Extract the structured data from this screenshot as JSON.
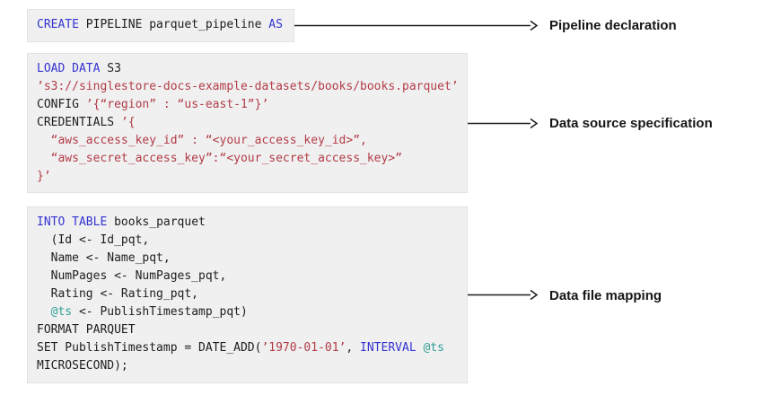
{
  "colors": {
    "keyword": "#3333d1",
    "string": "#b23c46",
    "variable": "#2f9e96",
    "plain": "#1e1e20",
    "box_bg": "#f0f0f1",
    "box_border": "#e2e2e4",
    "arrow": "#1b1b1b",
    "label": "#161616"
  },
  "blocks": [
    {
      "name": "pipeline-declaration",
      "annotation": "Pipeline declaration",
      "lines": [
        [
          {
            "text": "CREATE",
            "color": "keyword"
          },
          {
            "text": " PIPELINE parquet_pipeline ",
            "color": "plain"
          },
          {
            "text": "AS",
            "color": "keyword"
          }
        ]
      ]
    },
    {
      "name": "data-source-specification",
      "annotation": "Data source specification",
      "lines": [
        [
          {
            "text": "LOAD DATA",
            "color": "keyword"
          },
          {
            "text": " S3",
            "color": "plain"
          }
        ],
        [
          {
            "text": "’s3://singlestore-docs-example-datasets/books/books.parquet’",
            "color": "string"
          }
        ],
        [
          {
            "text": "CONFIG ",
            "color": "plain"
          },
          {
            "text": "’{“region” : “us-east-1”}’",
            "color": "string"
          }
        ],
        [
          {
            "text": "CREDENTIALS ",
            "color": "plain"
          },
          {
            "text": "’{",
            "color": "string"
          }
        ],
        [
          {
            "text": "  “aws_access_key_id” : “<your_access_key_id>”,",
            "color": "string"
          }
        ],
        [
          {
            "text": "  “aws_secret_access_key”:“<your_secret_access_key>”",
            "color": "string"
          }
        ],
        [
          {
            "text": "}’",
            "color": "string"
          }
        ]
      ]
    },
    {
      "name": "data-file-mapping",
      "annotation": "Data file mapping",
      "lines": [
        [
          {
            "text": "INTO TABLE",
            "color": "keyword"
          },
          {
            "text": " books_parquet",
            "color": "plain"
          }
        ],
        [
          {
            "text": "  (Id <- Id_pqt,",
            "color": "plain"
          }
        ],
        [
          {
            "text": "  Name <- Name_pqt,",
            "color": "plain"
          }
        ],
        [
          {
            "text": "  NumPages <- NumPages_pqt,",
            "color": "plain"
          }
        ],
        [
          {
            "text": "  Rating <- Rating_pqt,",
            "color": "plain"
          }
        ],
        [
          {
            "text": "  ",
            "color": "plain"
          },
          {
            "text": "@ts",
            "color": "variable"
          },
          {
            "text": " <- PublishTimestamp_pqt)",
            "color": "plain"
          }
        ],
        [
          {
            "text": "FORMAT PARQUET",
            "color": "plain"
          }
        ],
        [
          {
            "text": "SET PublishTimestamp = DATE_ADD(",
            "color": "plain"
          },
          {
            "text": "’1970-01-01’",
            "color": "string"
          },
          {
            "text": ", ",
            "color": "plain"
          },
          {
            "text": "INTERVAL",
            "color": "keyword"
          },
          {
            "text": " ",
            "color": "plain"
          },
          {
            "text": "@ts",
            "color": "variable"
          }
        ],
        [
          {
            "text": "MICROSECOND);",
            "color": "plain"
          }
        ]
      ]
    }
  ]
}
